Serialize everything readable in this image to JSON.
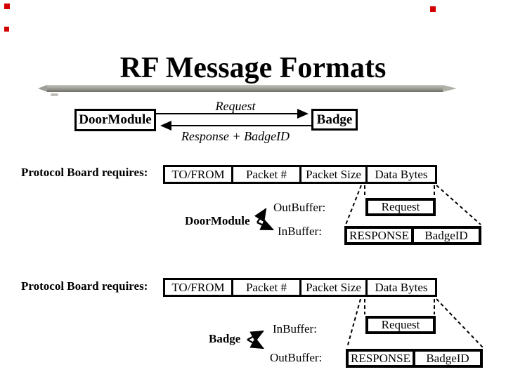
{
  "title": "RF Message Formats",
  "top_diagram": {
    "door_module": "DoorModule",
    "badge": "Badge",
    "request": "Request",
    "response": "Response + BadgeID"
  },
  "sections": [
    {
      "requires": "Protocol Board requires:",
      "fields": [
        "TO/FROM",
        "Packet #",
        "Packet Size",
        "Data Bytes"
      ],
      "entity": "DoorModule",
      "top_buffer": "OutBuffer:",
      "bottom_buffer": "InBuffer:",
      "request_box": "Request",
      "response_box": "RESPONSE",
      "badge_id_box": "BadgeID"
    },
    {
      "requires": "Protocol Board requires:",
      "fields": [
        "TO/FROM",
        "Packet #",
        "Packet Size",
        "Data Bytes"
      ],
      "entity": "Badge",
      "top_buffer": "InBuffer:",
      "bottom_buffer": "OutBuffer:",
      "request_box": "Request",
      "response_box": "RESPONSE",
      "badge_id_box": "BadgeID"
    }
  ],
  "colors": {
    "marker_red": "#d40000",
    "bar_gray": "#a2a29a",
    "ink": "#000000"
  }
}
